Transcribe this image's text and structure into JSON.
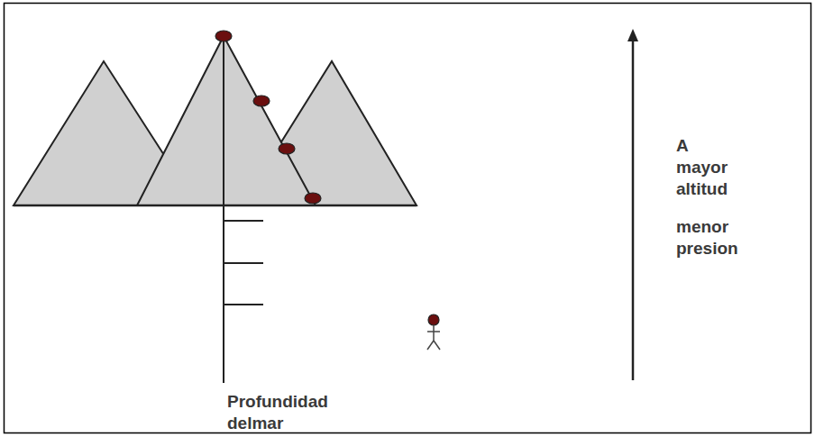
{
  "diagram": {
    "labels": [
      "A mayor altitud",
      "menor presion",
      "Profundidad delmar"
    ]
  }
}
